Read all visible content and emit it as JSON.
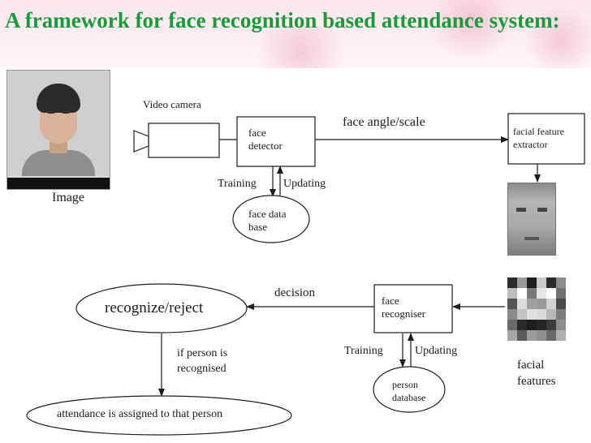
{
  "slide": {
    "title": "A framework for face recognition based attendance system:"
  },
  "diagram": {
    "image_label": "Image",
    "video_camera_label": "Video camera",
    "face_detector": [
      "face",
      "detector"
    ],
    "face_angle_label": "face angle/scale",
    "feature_extractor": [
      "facial feature",
      "extractor"
    ],
    "training_label_1": "Training",
    "updating_label_1": "Updating",
    "face_database": [
      "face data",
      "base"
    ],
    "decision_label": "decision",
    "face_recogniser": [
      "face",
      "recogniser"
    ],
    "facial_features": [
      "facial",
      "features"
    ],
    "recognize_reject": "recognize/reject",
    "if_recognised": [
      "if person is",
      "recognised"
    ],
    "training_label_2": "Training",
    "updating_label_2": "Updating",
    "person_database": [
      "person",
      "database"
    ],
    "attendance": "attendance is assigned to that person"
  },
  "colors": {
    "title": "#1a9b3a",
    "title_band": "#fde7ee",
    "line": "#1c1c1c"
  }
}
